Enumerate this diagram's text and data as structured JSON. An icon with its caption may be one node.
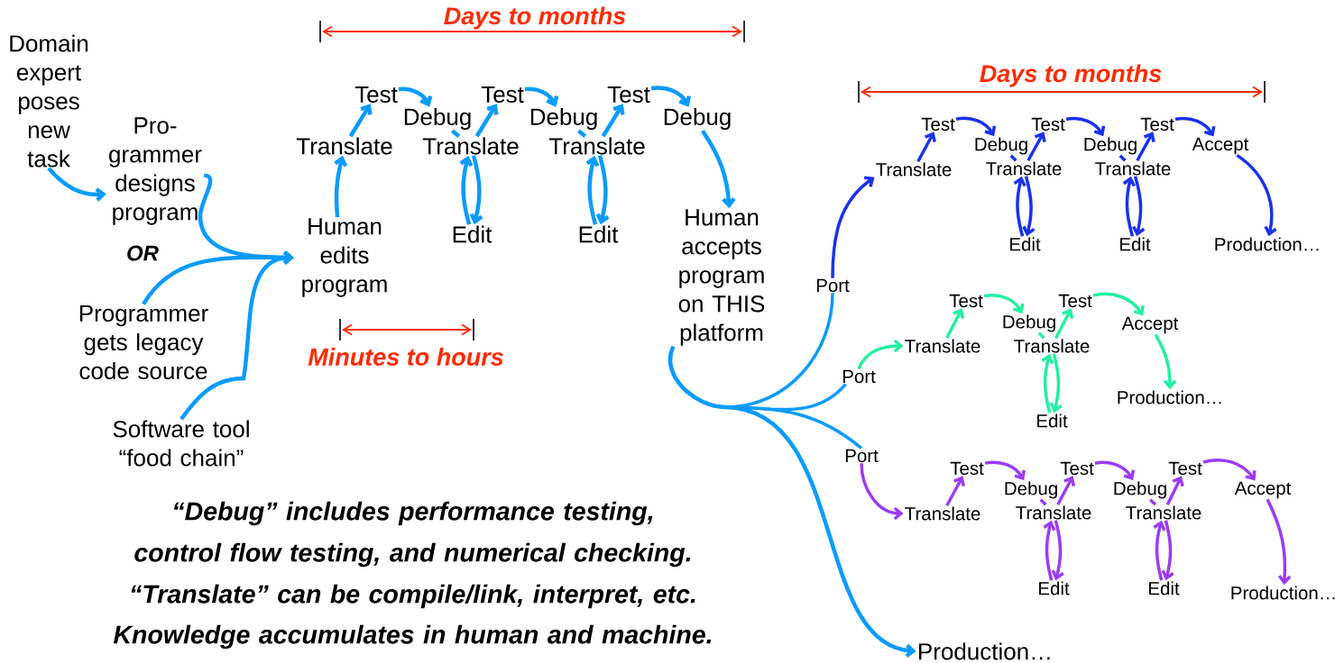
{
  "diagram": {
    "nodes": [
      {
        "text": [
          "Domain expert poses new task"
        ]
      },
      {
        "text": [
          "Pro- grammer designs program"
        ]
      },
      {
        "text": [
          "Programmer gets legacy code source"
        ]
      },
      {
        "text": [
          "Software tool “food chain”"
        ]
      },
      {
        "text": [
          "Human edits program"
        ]
      },
      {
        "text": [
          "Translate"
        ]
      },
      {
        "text": [
          "Test"
        ]
      },
      {
        "text": [
          "Debug"
        ]
      },
      {
        "text": [
          "Translate"
        ]
      },
      {
        "text": [
          "Edit"
        ]
      },
      {
        "text": [
          "Test"
        ]
      },
      {
        "text": [
          "Debug"
        ]
      },
      {
        "text": [
          "Translate"
        ]
      },
      {
        "text": [
          "Edit"
        ]
      },
      {
        "text": [
          "Test"
        ]
      },
      {
        "text": [
          "Debug"
        ]
      },
      {
        "text": [
          "Human accepts program on THIS platform"
        ]
      },
      {
        "text": [
          "Port"
        ]
      },
      {
        "text": [
          "Translate"
        ]
      },
      {
        "text": [
          "Test"
        ]
      },
      {
        "text": [
          "Debug"
        ]
      },
      {
        "text": [
          "Translate"
        ]
      },
      {
        "text": [
          "Edit"
        ]
      },
      {
        "text": [
          "Test"
        ]
      },
      {
        "text": [
          "Debug"
        ]
      },
      {
        "text": [
          "Translate"
        ]
      },
      {
        "text": [
          "Edit"
        ]
      },
      {
        "text": [
          "Test"
        ]
      },
      {
        "text": [
          "Accept"
        ]
      },
      {
        "text": [
          "Production…"
        ]
      },
      {
        "text": [
          "Port"
        ]
      },
      {
        "text": [
          "Translate"
        ]
      },
      {
        "text": [
          "Test"
        ]
      },
      {
        "text": [
          "Debug"
        ]
      },
      {
        "text": [
          "Translate"
        ]
      },
      {
        "text": [
          "Edit"
        ]
      },
      {
        "text": [
          "Test"
        ]
      },
      {
        "text": [
          "Accept"
        ]
      },
      {
        "text": [
          "Production…"
        ]
      },
      {
        "text": [
          "Port"
        ]
      },
      {
        "text": [
          "Translate"
        ]
      },
      {
        "text": [
          "Test"
        ]
      },
      {
        "text": [
          "Debug"
        ]
      },
      {
        "text": [
          "Translate"
        ]
      },
      {
        "text": [
          "Edit"
        ]
      },
      {
        "text": [
          "Test"
        ]
      },
      {
        "text": [
          "Debug"
        ]
      },
      {
        "text": [
          "Translate"
        ]
      },
      {
        "text": [
          "Edit"
        ]
      },
      {
        "text": [
          "Test"
        ]
      },
      {
        "text": [
          "Accept"
        ]
      },
      {
        "text": [
          "Production…"
        ]
      },
      {
        "text": [
          "Production…"
        ]
      }
    ],
    "edges": [
      {
        "from": 0,
        "to": 1,
        "arrow": "to"
      },
      {
        "from": 1,
        "to": 4,
        "arrow": "to"
      },
      {
        "from": 2,
        "to": 4,
        "arrow": "to"
      },
      {
        "from": 3,
        "to": 4,
        "arrow": "to"
      },
      {
        "from": 4,
        "to": 5,
        "arrow": "to"
      },
      {
        "from": 5,
        "to": 6,
        "arrow": "to"
      },
      {
        "from": 6,
        "to": 7,
        "arrow": "to"
      },
      {
        "from": 7,
        "to": 8,
        "arrow": "none"
      },
      {
        "from": 8,
        "to": 10,
        "arrow": "to"
      },
      {
        "from": 8,
        "to": 9,
        "arrow": "to"
      },
      {
        "from": 9,
        "to": 8,
        "arrow": "to"
      },
      {
        "from": 10,
        "to": 11,
        "arrow": "to"
      },
      {
        "from": 11,
        "to": 12,
        "arrow": "none"
      },
      {
        "from": 12,
        "to": 14,
        "arrow": "to"
      },
      {
        "from": 12,
        "to": 13,
        "arrow": "to"
      },
      {
        "from": 13,
        "to": 12,
        "arrow": "to"
      },
      {
        "from": 14,
        "to": 15,
        "arrow": "to"
      },
      {
        "from": 15,
        "to": 16,
        "arrow": "to"
      },
      {
        "from": 16,
        "to": 17,
        "arrow": "none"
      },
      {
        "from": 16,
        "to": 30,
        "arrow": "none"
      },
      {
        "from": 16,
        "to": 39,
        "arrow": "none"
      },
      {
        "from": 16,
        "to": 52,
        "arrow": "to"
      },
      {
        "from": 17,
        "to": 18,
        "arrow": "to",
        "color": "#1a30f0"
      },
      {
        "from": 18,
        "to": 19,
        "arrow": "to",
        "color": "#1a30f0"
      },
      {
        "from": 19,
        "to": 20,
        "arrow": "to",
        "color": "#1a30f0"
      },
      {
        "from": 20,
        "to": 21,
        "arrow": "none",
        "color": "#1a30f0"
      },
      {
        "from": 21,
        "to": 23,
        "arrow": "to",
        "color": "#1a30f0"
      },
      {
        "from": 21,
        "to": 22,
        "arrow": "to",
        "color": "#1a30f0"
      },
      {
        "from": 22,
        "to": 21,
        "arrow": "to",
        "color": "#1a30f0"
      },
      {
        "from": 23,
        "to": 24,
        "arrow": "to",
        "color": "#1a30f0"
      },
      {
        "from": 24,
        "to": 25,
        "arrow": "none",
        "color": "#1a30f0"
      },
      {
        "from": 25,
        "to": 27,
        "arrow": "to",
        "color": "#1a30f0"
      },
      {
        "from": 25,
        "to": 26,
        "arrow": "to",
        "color": "#1a30f0"
      },
      {
        "from": 26,
        "to": 25,
        "arrow": "to",
        "color": "#1a30f0"
      },
      {
        "from": 27,
        "to": 28,
        "arrow": "to",
        "color": "#1a30f0"
      },
      {
        "from": 28,
        "to": 29,
        "arrow": "to",
        "color": "#1a30f0"
      },
      {
        "from": 30,
        "to": 31,
        "arrow": "to",
        "color": "#22f0a0"
      },
      {
        "from": 31,
        "to": 32,
        "arrow": "to",
        "color": "#22f0a0"
      },
      {
        "from": 32,
        "to": 33,
        "arrow": "to",
        "color": "#22f0a0"
      },
      {
        "from": 33,
        "to": 34,
        "arrow": "none",
        "color": "#22f0a0"
      },
      {
        "from": 34,
        "to": 36,
        "arrow": "to",
        "color": "#22f0a0"
      },
      {
        "from": 34,
        "to": 35,
        "arrow": "to",
        "color": "#22f0a0"
      },
      {
        "from": 35,
        "to": 34,
        "arrow": "to",
        "color": "#22f0a0"
      },
      {
        "from": 36,
        "to": 37,
        "arrow": "to",
        "color": "#22f0a0"
      },
      {
        "from": 37,
        "to": 38,
        "arrow": "to",
        "color": "#22f0a0"
      },
      {
        "from": 39,
        "to": 40,
        "arrow": "to",
        "color": "#9b3cf5"
      },
      {
        "from": 40,
        "to": 41,
        "arrow": "to",
        "color": "#9b3cf5"
      },
      {
        "from": 41,
        "to": 42,
        "arrow": "to",
        "color": "#9b3cf5"
      },
      {
        "from": 42,
        "to": 43,
        "arrow": "none",
        "color": "#9b3cf5"
      },
      {
        "from": 43,
        "to": 45,
        "arrow": "to",
        "color": "#9b3cf5"
      },
      {
        "from": 43,
        "to": 44,
        "arrow": "to",
        "color": "#9b3cf5"
      },
      {
        "from": 44,
        "to": 43,
        "arrow": "to",
        "color": "#9b3cf5"
      },
      {
        "from": 45,
        "to": 46,
        "arrow": "to",
        "color": "#9b3cf5"
      },
      {
        "from": 46,
        "to": 47,
        "arrow": "none",
        "color": "#9b3cf5"
      },
      {
        "from": 47,
        "to": 49,
        "arrow": "to",
        "color": "#9b3cf5"
      },
      {
        "from": 47,
        "to": 48,
        "arrow": "to",
        "color": "#9b3cf5"
      },
      {
        "from": 48,
        "to": 47,
        "arrow": "to",
        "color": "#9b3cf5"
      },
      {
        "from": 49,
        "to": 50,
        "arrow": "to",
        "color": "#9b3cf5"
      },
      {
        "from": 50,
        "to": 51,
        "arrow": "to",
        "color": "#9b3cf5"
      }
    ],
    "labels": [
      "Days to months",
      "Days to months",
      "OR",
      "Minutes to hours",
      "“Debug” includes performance testing, control flow testing, and numerical checking.",
      "“Translate” can be compile/link, interpret, etc.",
      "Knowledge accumulates in human and machine."
    ]
  }
}
